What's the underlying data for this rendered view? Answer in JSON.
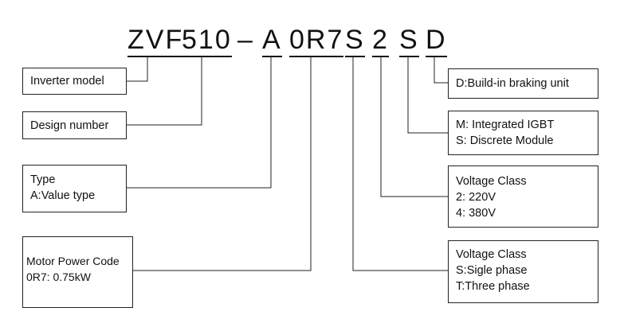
{
  "code": {
    "seg_zvf": "ZVF",
    "seg_510": "510",
    "seg_dash": "–",
    "seg_a": "A",
    "seg_0r7": "0R7",
    "seg_s1": "S",
    "seg_2": "2",
    "seg_s2": "S",
    "seg_d": "D"
  },
  "boxes": {
    "inverter_model": {
      "line1": "Inverter model"
    },
    "design_number": {
      "line1": "Design number"
    },
    "type": {
      "line1": "Type",
      "line2": "A:Value type"
    },
    "motor_power": {
      "line1": "Motor Power Code",
      "line2": "0R7: 0.75kW"
    },
    "braking": {
      "line1": "D:Build-in braking unit"
    },
    "module": {
      "line1": "M: Integrated IGBT",
      "line2": "S: Discrete Module"
    },
    "voltage_class": {
      "line1": "Voltage Class",
      "line2": "2: 220V",
      "line3": "4: 380V"
    },
    "phase": {
      "line1": "Voltage Class",
      "line2": "S:Sigle phase",
      "line3": "T:Three phase"
    }
  }
}
